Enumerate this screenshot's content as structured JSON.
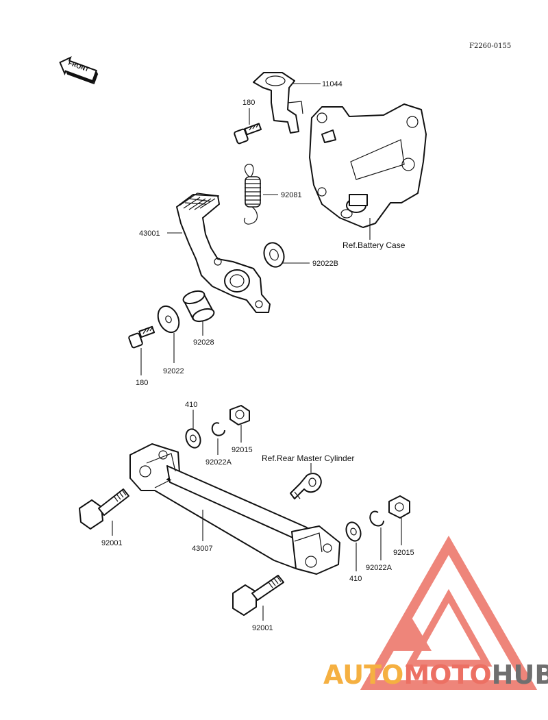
{
  "diagram_code": "F2260-0155",
  "front_arrow_text": "FRONT",
  "labels": {
    "l11044": "11044",
    "l180_top": "180",
    "l92081": "92081",
    "l43001": "43001",
    "l92022B": "92022B",
    "l92028": "92028",
    "l92022": "92022",
    "l180_bottom": "180",
    "l410_top": "410",
    "l92022A_top": "92022A",
    "l92015_top": "92015",
    "l92001_left": "92001",
    "l43007": "43007",
    "l410_right": "410",
    "l92022A_right": "92022A",
    "l92015_right": "92015",
    "l92001_bottom": "92001"
  },
  "references": {
    "battery_case": "Ref.Battery Case",
    "rear_master_cylinder": "Ref.Rear Master Cylinder"
  },
  "watermark": {
    "part1": "AUTO",
    "part2": "MOTO",
    "part3": "HUB",
    "color1": "#f5b041",
    "color2": "#ec7063",
    "color3": "#6f6f6f",
    "logo_color": "#ec7063"
  }
}
